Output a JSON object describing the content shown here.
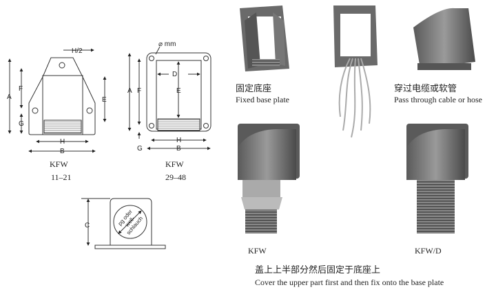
{
  "drawings": {
    "kfw_small": {
      "model": "KFW",
      "range": "11–21",
      "dims": {
        "h_half": "H/2",
        "a": "A",
        "f": "F",
        "g": "G",
        "e": "E",
        "h": "H",
        "b": "B"
      }
    },
    "kfw_large": {
      "model": "KFW",
      "range": "29–48",
      "hole": "⌀ mm",
      "dims": {
        "a": "A",
        "f": "F",
        "d": "D",
        "e": "E",
        "h": "H",
        "b": "B",
        "g": "G"
      }
    },
    "side_view": {
      "dim": "C",
      "circle_text": [
        "pg oder",
        "well-",
        "schlauch"
      ]
    }
  },
  "photos": {
    "fixed_base": {
      "caption_cn": "固定底座",
      "caption_en": "Fixed base plate"
    },
    "cable_through": {
      "caption_cn": "穿过电缆或软管",
      "caption_en": "Pass through cable or hose"
    },
    "kfw": {
      "label": "KFW"
    },
    "kfw_d": {
      "label": "KFW/D"
    },
    "assembly": {
      "caption_cn": "盖上上半部分然后固定于底座上",
      "caption_en": "Cover the upper part first and then fix onto the base plate"
    }
  }
}
